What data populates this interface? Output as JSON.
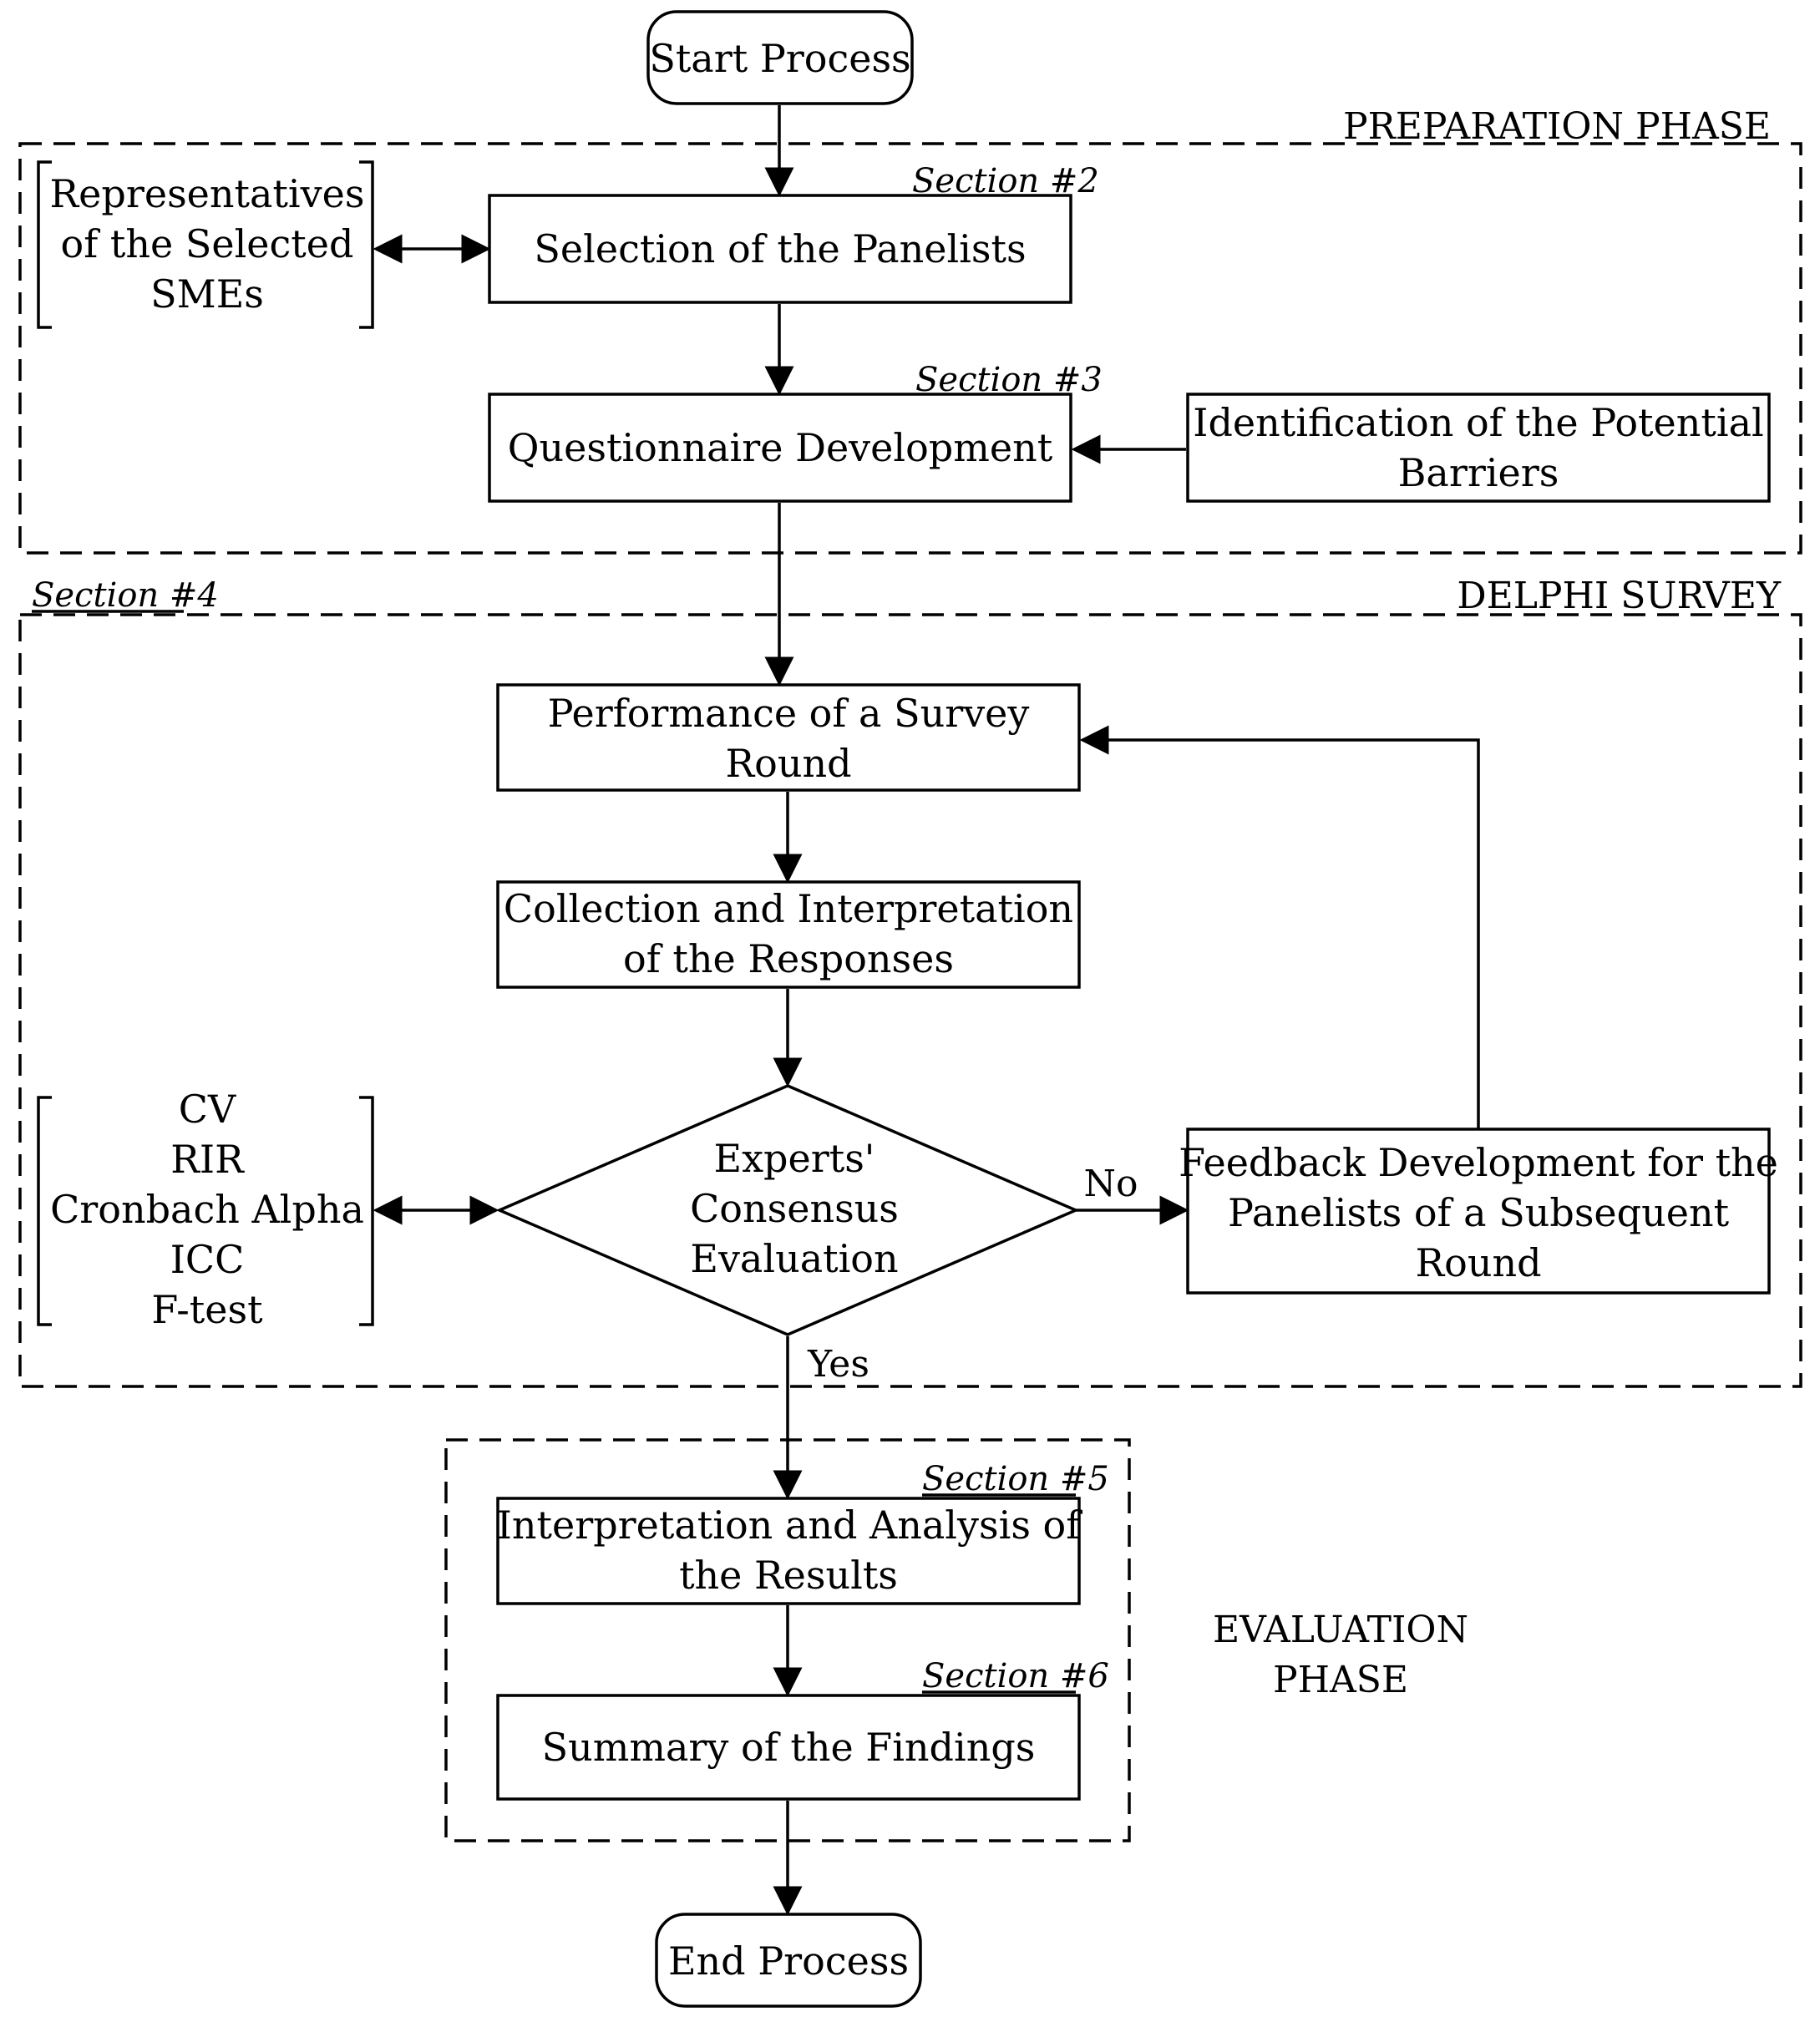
{
  "nodes": {
    "start": "Start Process",
    "selection": "Selection of the Panelists",
    "representatives": [
      "Representatives",
      "of the Selected",
      "SMEs"
    ],
    "questionnaire": "Questionnaire Development",
    "identification": [
      "Identification of the Potential",
      "Barriers"
    ],
    "performance": [
      "Performance of a Survey",
      "Round"
    ],
    "collection": [
      "Collection and Interpretation",
      "of the Responses"
    ],
    "consensus": [
      "Experts'",
      "Consensus",
      "Evaluation"
    ],
    "metrics": [
      "CV",
      "RIR",
      "Cronbach Alpha",
      "ICC",
      "F-test"
    ],
    "feedback": [
      "Feedback Development for the",
      "Panelists of a Subsequent",
      "Round"
    ],
    "interpretation": [
      "Interpretation and Analysis of",
      "the Results"
    ],
    "summary": "Summary of the Findings",
    "end": "End Process"
  },
  "sections": {
    "s2": "Section #2",
    "s3": "Section #3",
    "s4": "Section #4",
    "s5": "Section #5",
    "s6": "Section #6"
  },
  "phases": {
    "preparation": "PREPARATION PHASE",
    "delphi": "DELPHI SURVEY",
    "evaluation": [
      "EVALUATION",
      "PHASE"
    ]
  },
  "edges": {
    "no": "No",
    "yes": "Yes"
  }
}
